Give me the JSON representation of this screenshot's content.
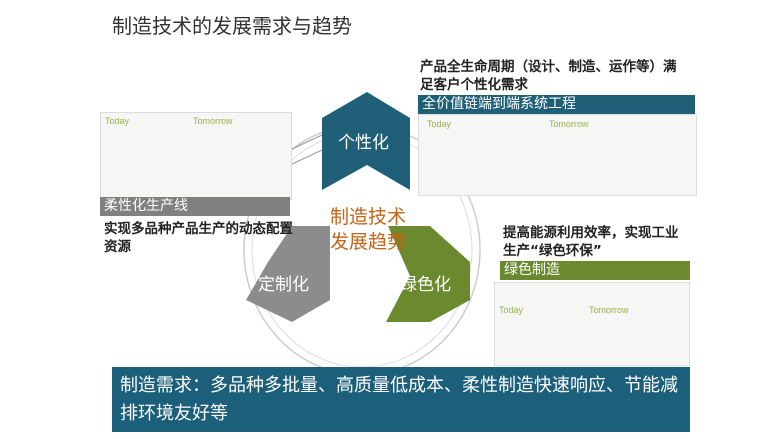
{
  "title": "制造技术的发展需求与趋势",
  "center": {
    "line1": "制造技术",
    "line2": "发展趋势"
  },
  "segments": [
    {
      "label": "个性化",
      "color": "#1f5f78"
    },
    {
      "label": "定制化",
      "color": "#8c8c8c"
    },
    {
      "label": "绿色化",
      "color": "#6b8a2f"
    }
  ],
  "flexible": {
    "bar": "柔性化生产线",
    "desc": "实现多品种产品生产的动态配置资源",
    "img_today": "Today",
    "img_tomorrow": "Tomorrow"
  },
  "personal": {
    "desc": "产品全生命周期（设计、制造、运作等）满足客户个性化需求",
    "bar": "全价值链端到端系统工程",
    "img_today": "Today",
    "img_tomorrow": "Tomorrow"
  },
  "green": {
    "desc": "提高能源利用效率，实现工业生产“绿色环保”",
    "bar": "绿色制造",
    "img_today": "Today",
    "img_tomorrow": "Tomorrow"
  },
  "bottom": "制造需求：多品种多批量、高质量低成本、柔性制造快速响应、节能减排环境友好等"
}
